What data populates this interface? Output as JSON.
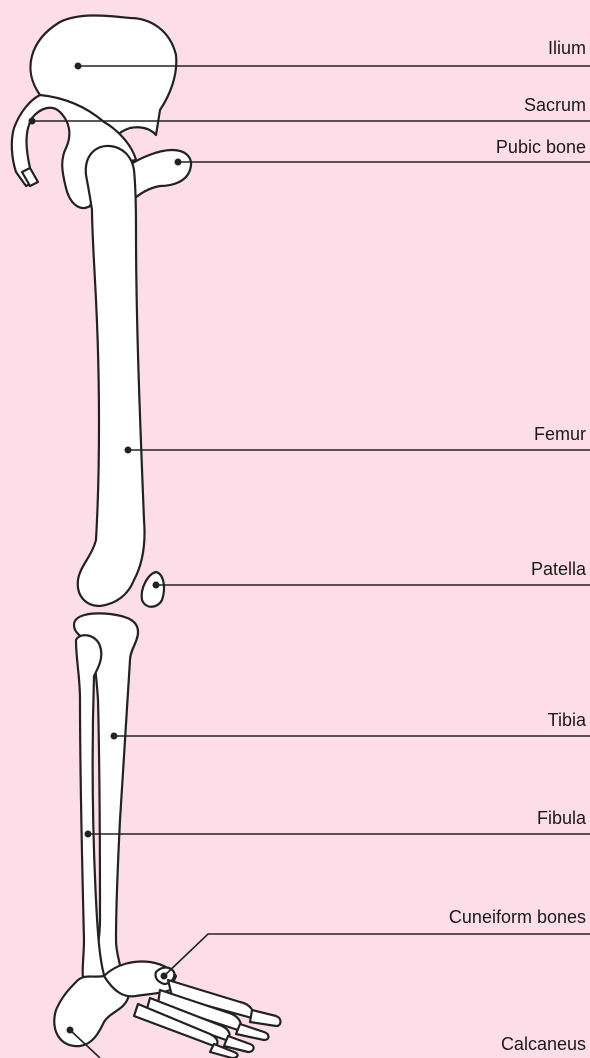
{
  "labels": {
    "ilium": "Ilium",
    "sacrum": "Sacrum",
    "pubic_bone": "Pubic bone",
    "femur": "Femur",
    "patella": "Patella",
    "tibia": "Tibia",
    "fibula": "Fibula",
    "cuneiform_bones": "Cuneiform bones",
    "calcaneus": "Calcaneus"
  },
  "colors": {
    "background": "#fcdde8",
    "bone": "#ffffff",
    "outline": "#222222"
  }
}
